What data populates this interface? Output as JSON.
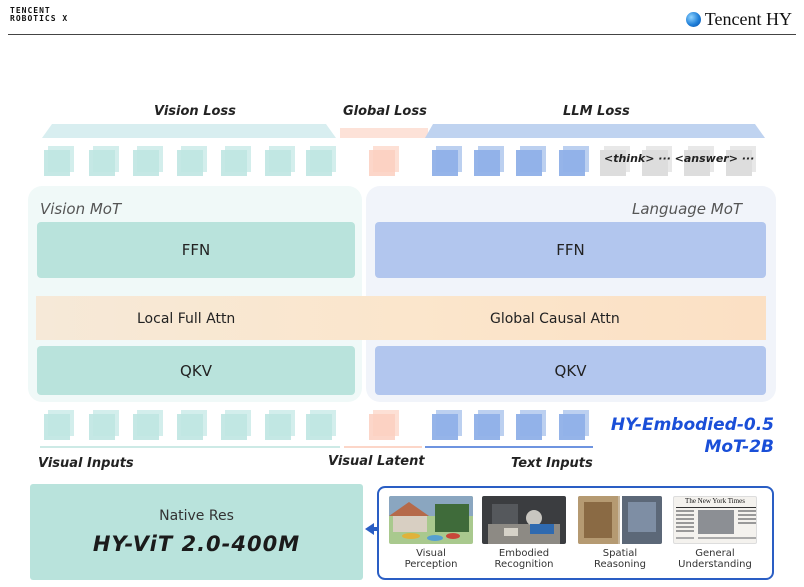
{
  "header": {
    "org_line1": "TENCENT",
    "org_line2": "ROBOTICS X",
    "brand": "Tencent HY"
  },
  "losses": {
    "vision": "Vision Loss",
    "global": "Global Loss",
    "llm": "LLM Loss"
  },
  "special_tokens": "<think> ··· <answer> ···",
  "mot": {
    "vision_title": "Vision MoT",
    "language_title": "Language MoT"
  },
  "blocks": {
    "ffn_vision": "FFN",
    "ffn_language": "FFN",
    "local_attn": "Local Full Attn",
    "global_attn": "Global Causal Attn",
    "qkv_vision": "QKV",
    "qkv_language": "QKV"
  },
  "inputs": {
    "visual": "Visual Inputs",
    "latent": "Visual Latent",
    "text": "Text Inputs"
  },
  "model": {
    "name_line1": "HY-Embodied-0.5",
    "name_line2": "MoT-2B"
  },
  "vit": {
    "subtitle": "Native Res",
    "name": "HY-ViT 2.0-400M"
  },
  "examples": [
    {
      "line1": "Visual",
      "line2": "Perception",
      "icon": "courtyard-photo"
    },
    {
      "line1": "Embodied",
      "line2": "Recognition",
      "icon": "robot-desk-photo"
    },
    {
      "line1": "Spatial",
      "line2": "Reasoning",
      "icon": "room-photo"
    },
    {
      "line1": "General",
      "line2": "Understanding",
      "icon": "newspaper-photo",
      "masthead": "The New York Times"
    }
  ],
  "colors": {
    "vision": "#b9e3dc",
    "language": "#b2c6ee",
    "attention": "#fbe6cc",
    "accent": "#1a4fd8",
    "global": "#fbcfc0"
  }
}
